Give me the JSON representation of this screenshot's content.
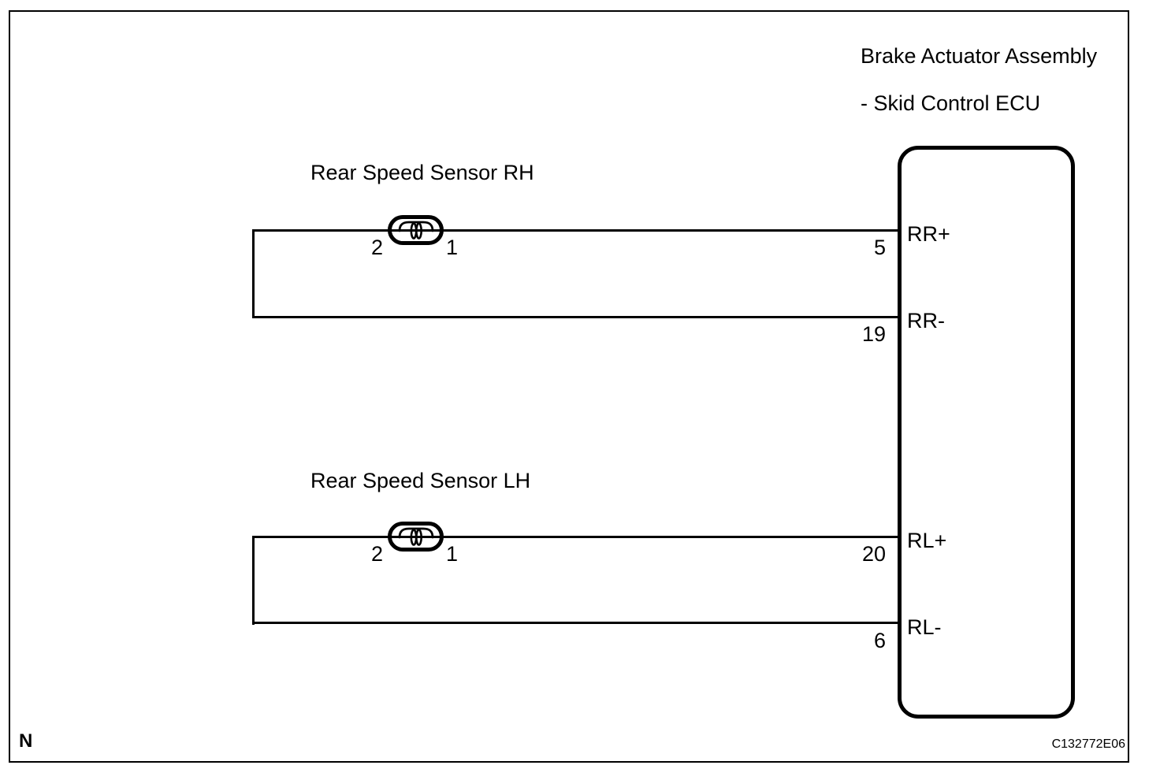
{
  "header": {
    "line1": "Brake Actuator Assembly",
    "line2": "- Skid Control ECU"
  },
  "sensors": [
    {
      "label": "Rear Speed Sensor RH",
      "terminal_left": "2",
      "terminal_right": "1"
    },
    {
      "label": "Rear Speed Sensor LH",
      "terminal_left": "2",
      "terminal_right": "1"
    }
  ],
  "ecu": {
    "pins": [
      {
        "number": "5",
        "label": "RR+"
      },
      {
        "number": "19",
        "label": "RR-"
      },
      {
        "number": "20",
        "label": "RL+"
      },
      {
        "number": "6",
        "label": "RL-"
      }
    ]
  },
  "footer": {
    "marker": "N",
    "figure_code": "C132772E06"
  },
  "colors": {
    "line": "#000000",
    "background": "#ffffff"
  }
}
